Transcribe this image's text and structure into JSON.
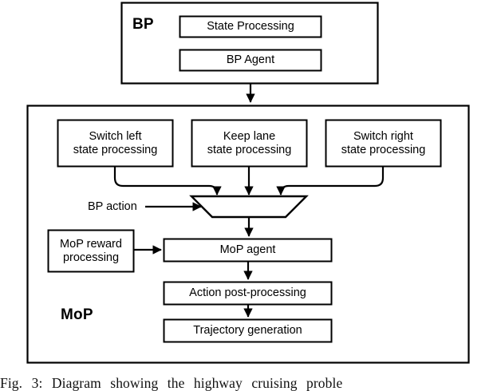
{
  "figure": {
    "type": "block-diagram",
    "caption": "Fig. 3: Diagram showing the highway cruising proble",
    "stroke_color": "#000000",
    "fill_color": "#ffffff",
    "background_color": "#ffffff"
  },
  "bp_group": {
    "title": "BP",
    "boxes": [
      {
        "label": "State Processing"
      },
      {
        "label": "BP Agent"
      }
    ]
  },
  "mop_group": {
    "title": "MoP",
    "state_boxes": [
      {
        "label": "Switch left\nstate processing"
      },
      {
        "label": "Keep lane\nstate processing"
      },
      {
        "label": "Switch right\nstate processing"
      }
    ],
    "mux": {
      "label": ""
    },
    "bp_action_label": "BP action",
    "reward_box": {
      "label": "MoP reward\nprocessing"
    },
    "pipeline_boxes": [
      {
        "label": "MoP agent"
      },
      {
        "label": "Action post-processing"
      },
      {
        "label": "Trajectory generation"
      }
    ]
  }
}
